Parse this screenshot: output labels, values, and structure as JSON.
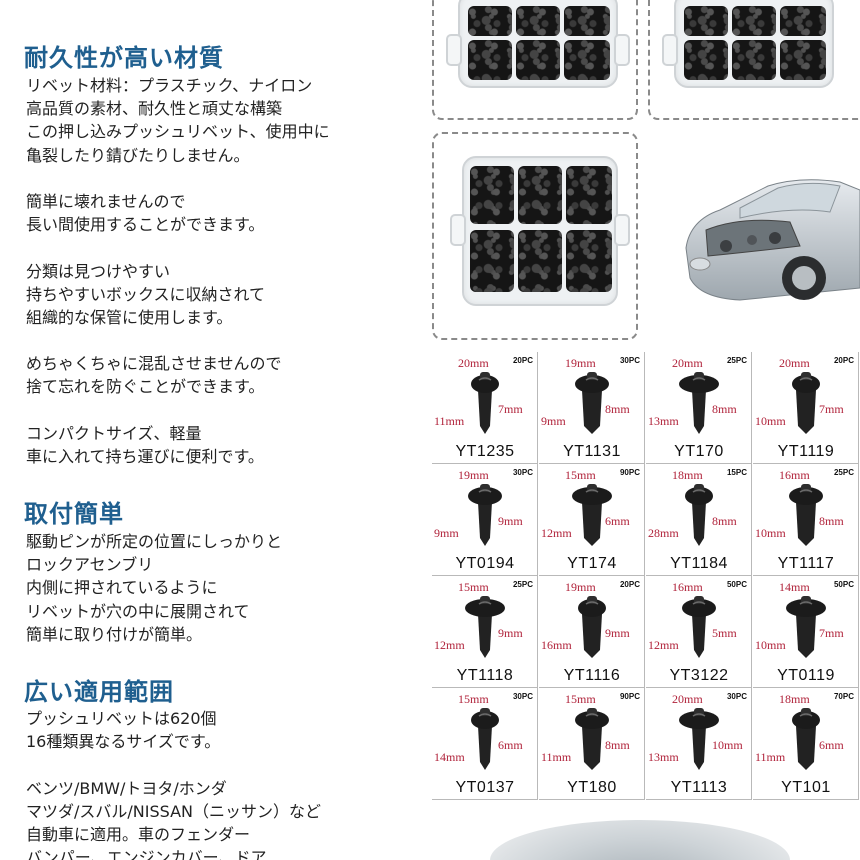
{
  "sections": [
    {
      "title": "耐久性が高い材質",
      "lines": [
        "リベット材料：プラスチック、ナイロン",
        "高品質の素材、耐久性と頑丈な構築",
        "この押し込みプッシュリベット、使用中に",
        "亀裂したり錆びたりしません。",
        "",
        "簡単に壊れませんので",
        "長い間使用することができます。",
        "",
        "分類は見つけやすい",
        "持ちやすいボックスに収納されて",
        "組織的な保管に使用します。",
        "",
        "めちゃくちゃに混乱させませんので",
        "捨て忘れを防ぐことができます。",
        "",
        "コンパクトサイズ、軽量",
        "車に入れて持ち運びに便利です。"
      ]
    },
    {
      "title": "取付簡単",
      "lines": [
        "駆動ピンが所定の位置にしっかりと",
        "ロックアセンブリ",
        "内側に押されているように",
        "リベットが穴の中に展開されて",
        "簡単に取り付けが簡単。"
      ]
    },
    {
      "title": "広い適用範囲",
      "lines": [
        "プッシュリベットは620個",
        "16種類異なるサイズです。",
        "",
        "ベンツ/BMW/トヨタ/ホンダ",
        "マツダ/スバル/NISSAN（ニッサン）など",
        "自動車に適用。車のフェンダー",
        "バンパー、エンジンカバー、ドア"
      ]
    }
  ],
  "rivets": [
    {
      "model": "YT1235",
      "qty": "20PC",
      "dims": [
        "20mm",
        "11mm",
        "7mm"
      ]
    },
    {
      "model": "YT1131",
      "qty": "30PC",
      "dims": [
        "19mm",
        "9mm",
        "8mm"
      ]
    },
    {
      "model": "YT170",
      "qty": "25PC",
      "dims": [
        "20mm",
        "13mm",
        "8mm"
      ]
    },
    {
      "model": "YT1119",
      "qty": "20PC",
      "dims": [
        "20mm",
        "10mm",
        "7mm"
      ]
    },
    {
      "model": "YT0194",
      "qty": "30PC",
      "dims": [
        "19mm",
        "9mm",
        "9mm"
      ]
    },
    {
      "model": "YT174",
      "qty": "90PC",
      "dims": [
        "15mm",
        "12mm",
        "6mm"
      ]
    },
    {
      "model": "YT1184",
      "qty": "15PC",
      "dims": [
        "18mm",
        "28mm",
        "8mm"
      ]
    },
    {
      "model": "YT1117",
      "qty": "25PC",
      "dims": [
        "16mm",
        "10mm",
        "8mm"
      ]
    },
    {
      "model": "YT1118",
      "qty": "25PC",
      "dims": [
        "15mm",
        "12mm",
        "9mm"
      ]
    },
    {
      "model": "YT1116",
      "qty": "20PC",
      "dims": [
        "19mm",
        "16mm",
        "9mm"
      ]
    },
    {
      "model": "YT3122",
      "qty": "50PC",
      "dims": [
        "16mm",
        "12mm",
        "5mm"
      ]
    },
    {
      "model": "YT0119",
      "qty": "50PC",
      "dims": [
        "14mm",
        "10mm",
        "7mm"
      ]
    },
    {
      "model": "YT0137",
      "qty": "30PC",
      "dims": [
        "15mm",
        "14mm",
        "6mm"
      ]
    },
    {
      "model": "YT180",
      "qty": "90PC",
      "dims": [
        "15mm",
        "11mm",
        "8mm"
      ]
    },
    {
      "model": "YT1113",
      "qty": "30PC",
      "dims": [
        "20mm",
        "13mm",
        "10mm"
      ]
    },
    {
      "model": "YT101",
      "qty": "70PC",
      "dims": [
        "18mm",
        "11mm",
        "6mm"
      ]
    }
  ],
  "colors": {
    "title": "#1f5f8f",
    "body_text": "#222222",
    "dimension": "#b0223a",
    "frame_border": "#8a8a8a"
  }
}
